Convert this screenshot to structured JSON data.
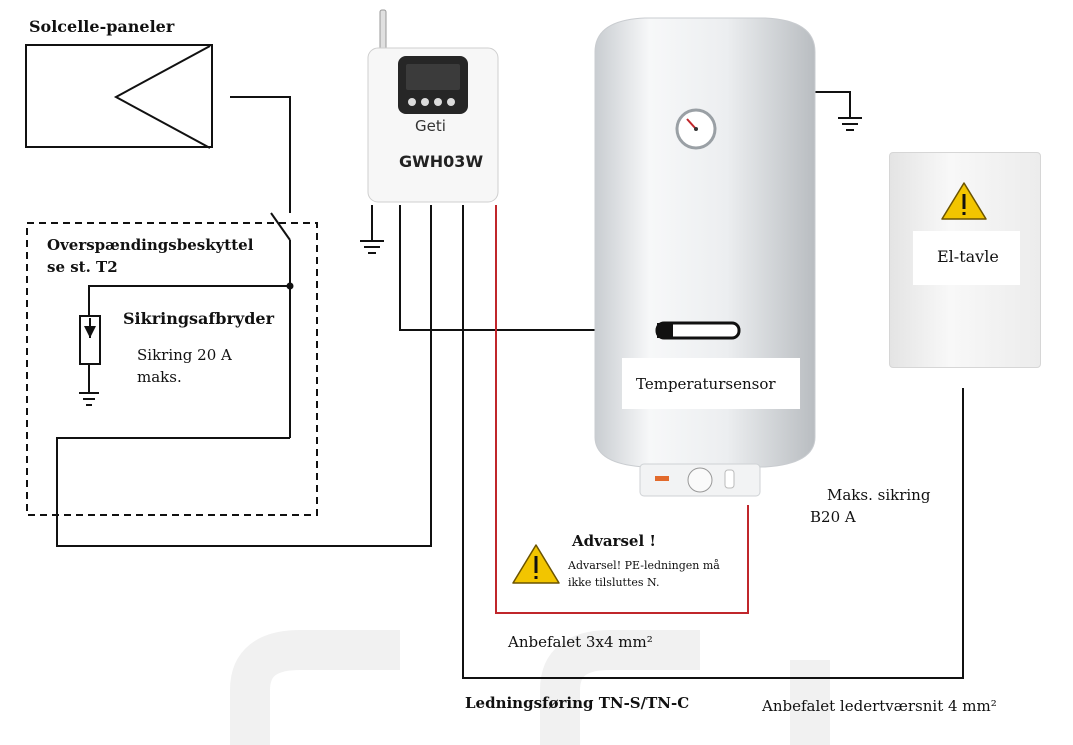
{
  "labels": {
    "solar_panels": "Solcelle-paneler",
    "surge_protection_line1": "Overspændingsbeskyttel",
    "surge_protection_line2": "se st. T2",
    "circuit_breaker": "Sikringsafbryder",
    "fuse_line1": "Sikring 20 A",
    "fuse_line2": "maks.",
    "temperature_sensor": "Temperatursensor",
    "distribution_board": "El-tavle",
    "max_fuse_line1": "Maks. sikring",
    "max_fuse_line2": "B20 A",
    "warning_title": "Advarsel !",
    "warning_text_line1": "Advarsel! PE-ledningen må",
    "warning_text_line2": "ikke tilsluttes N.",
    "recommended_3x4": "Anbefalet 3x4 mm²",
    "wiring_tn": "Ledningsføring TN-S/TN-C",
    "recommended_cross_section": "Anbefalet ledertværsnit 4 mm²"
  },
  "device": {
    "brand": "Geti",
    "model": "GWH03W"
  },
  "colors": {
    "wire_black": "#111111",
    "wire_red": "#c0262b",
    "warning_yellow": "#f2c500",
    "tank_body": "#e9ecef"
  },
  "icons": [
    "warning-icon",
    "ground-icon",
    "switch-icon",
    "antenna-icon",
    "thermometer-gauge-icon"
  ]
}
